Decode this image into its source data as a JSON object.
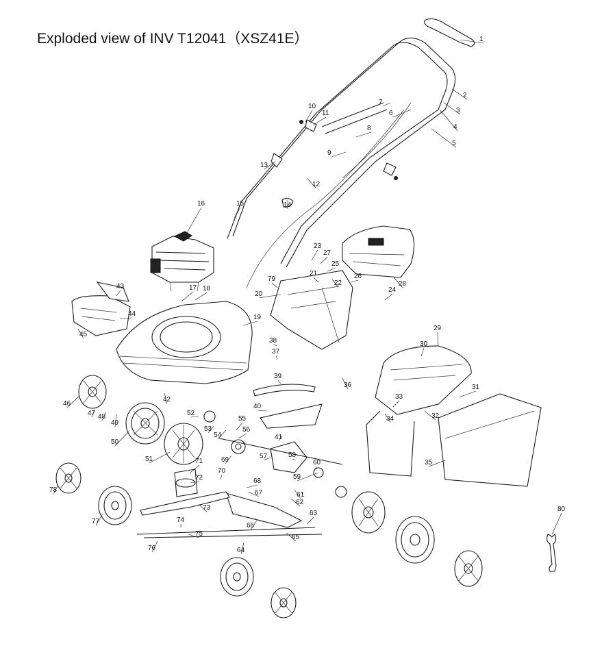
{
  "title": "Exploded view of INV T12041（XSZ41E）",
  "labels": [
    "1",
    "2",
    "3",
    "4",
    "5",
    "6",
    "7",
    "8",
    "9",
    "10",
    "11",
    "12",
    "13",
    "14",
    "15",
    "16",
    "17",
    "18",
    "19",
    "20",
    "21",
    "22",
    "23",
    "24",
    "25",
    "26",
    "27",
    "28",
    "29",
    "30",
    "31",
    "32",
    "33",
    "34",
    "35",
    "36",
    "37",
    "38",
    "39",
    "40",
    "41",
    "42",
    "43",
    "44",
    "45",
    "46",
    "47",
    "48",
    "49",
    "50",
    "51",
    "52",
    "53",
    "54",
    "55",
    "56",
    "57",
    "58",
    "59",
    "60",
    "61",
    "62",
    "63",
    "64",
    "65",
    "66",
    "67",
    "68",
    "69",
    "70",
    "71",
    "72",
    "73",
    "74",
    "75",
    "76",
    "77",
    "78",
    "79",
    "80"
  ]
}
